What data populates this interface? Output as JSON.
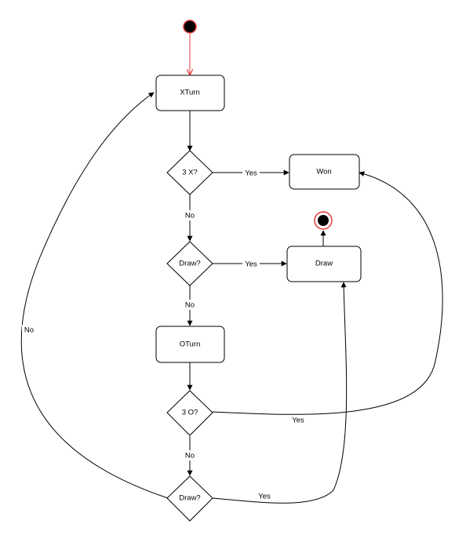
{
  "nodes": {
    "xturn": "XTurn",
    "three_x": "3 X?",
    "draw_q1": "Draw?",
    "oturn": "OTurn",
    "three_o": "3 O?",
    "draw_q2": "Draw?",
    "won": "Won",
    "draw": "Draw"
  },
  "edges": {
    "three_x_yes": "Yes",
    "three_x_no": "No",
    "draw_q1_yes": "Yes",
    "draw_q1_no": "No",
    "three_o_yes": "Yes",
    "three_o_no": "No",
    "draw_q2_yes": "Yes",
    "draw_q2_no": "No"
  },
  "colors": {
    "initial_flow": "#e53935",
    "final_ring": "#e53935",
    "node_fill": "#ffffff",
    "stroke": "#000000"
  }
}
